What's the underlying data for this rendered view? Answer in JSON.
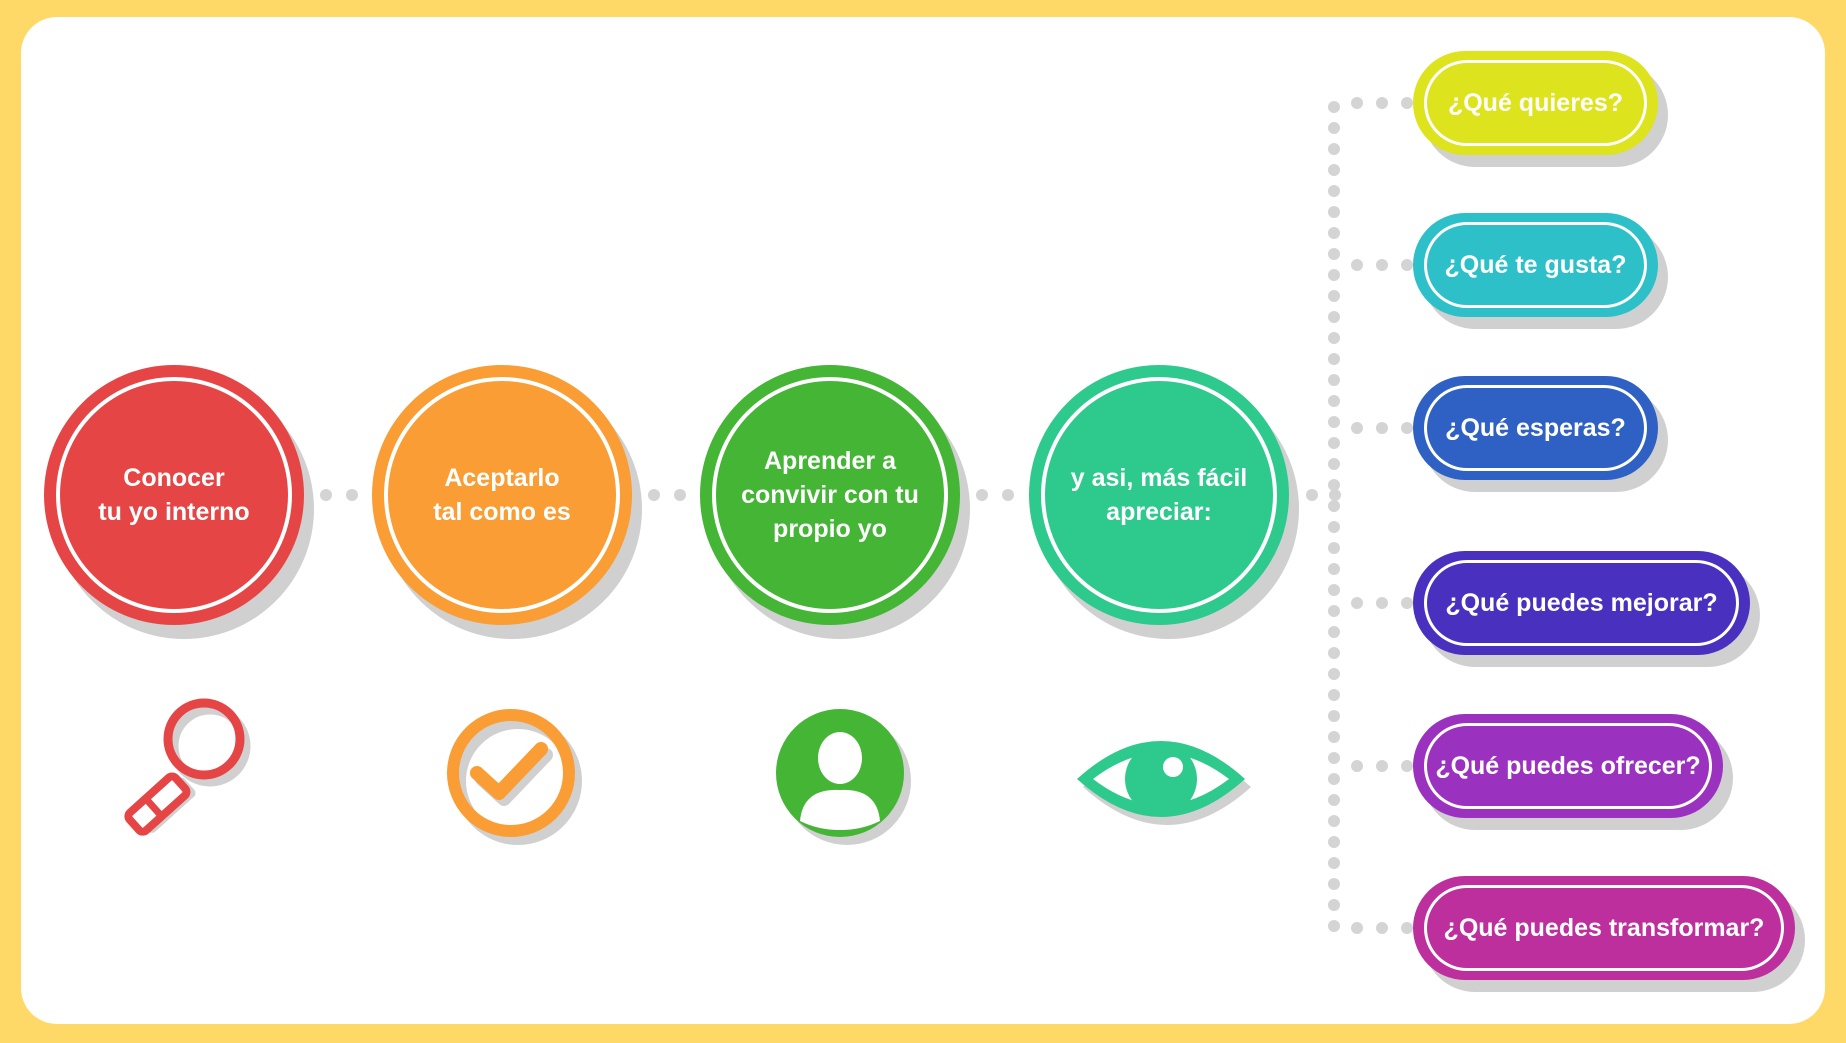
{
  "colors": {
    "border": "#ffd968",
    "background": "#ffffff",
    "shadow": "#d0d0d0",
    "connector": "#d4d4d4"
  },
  "steps": [
    {
      "label": "Conocer\ntu yo interno",
      "color": "#e64545",
      "icon": "magnifier-icon"
    },
    {
      "label": "Aceptarlo\ntal como es",
      "color": "#f99d34",
      "icon": "checkmark-icon"
    },
    {
      "label": "Aprender a\nconvivir con tu\npropio yo",
      "color": "#44b535",
      "icon": "person-icon"
    },
    {
      "label": "y asi, más fácil\napreciar:",
      "color": "#2ec98d",
      "icon": "eye-icon"
    }
  ],
  "questions": [
    {
      "label": "¿Qué quieres?",
      "color": "#dde31c"
    },
    {
      "label": "¿Qué te gusta?",
      "color": "#2ec0c9"
    },
    {
      "label": "¿Qué esperas?",
      "color": "#2f61c4"
    },
    {
      "label": "¿Qué puedes mejorar?",
      "color": "#4a30bf"
    },
    {
      "label": "¿Qué puedes ofrecer?",
      "color": "#9b32bf"
    },
    {
      "label": "¿Qué puedes transformar?",
      "color": "#bd2f9d"
    }
  ]
}
